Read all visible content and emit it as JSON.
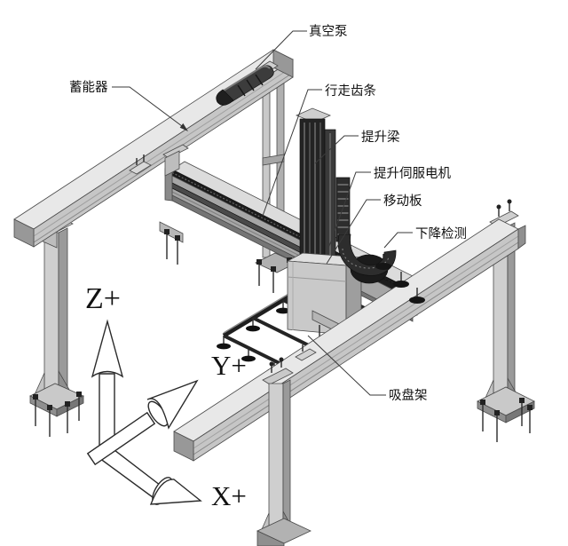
{
  "diagram": {
    "title": "gantry-robot-annotated-diagram",
    "part_labels": {
      "vacuum_pump": "真空泵",
      "accumulator": "蓄能器",
      "travel_rack": "行走齿条",
      "lift_beam": "提升梁",
      "lift_servo_motor": "提升伺服电机",
      "moving_plate": "移动板",
      "descent_detection": "下降检测",
      "suction_cup_frame": "吸盘架"
    },
    "axis_labels": {
      "z": "Z+",
      "y": "Y+",
      "x": "X+"
    },
    "colors": {
      "background": "#ffffff",
      "beam_front_face": "#c6c6c6",
      "beam_top_face": "#e8e8e8",
      "beam_end_cap": "#989898",
      "column_face": "#c9c9c9",
      "dark_component": "#262626",
      "rack_strip": "#1c1c1c",
      "leader_line": "#3a3a3a",
      "text": "#111111"
    }
  }
}
